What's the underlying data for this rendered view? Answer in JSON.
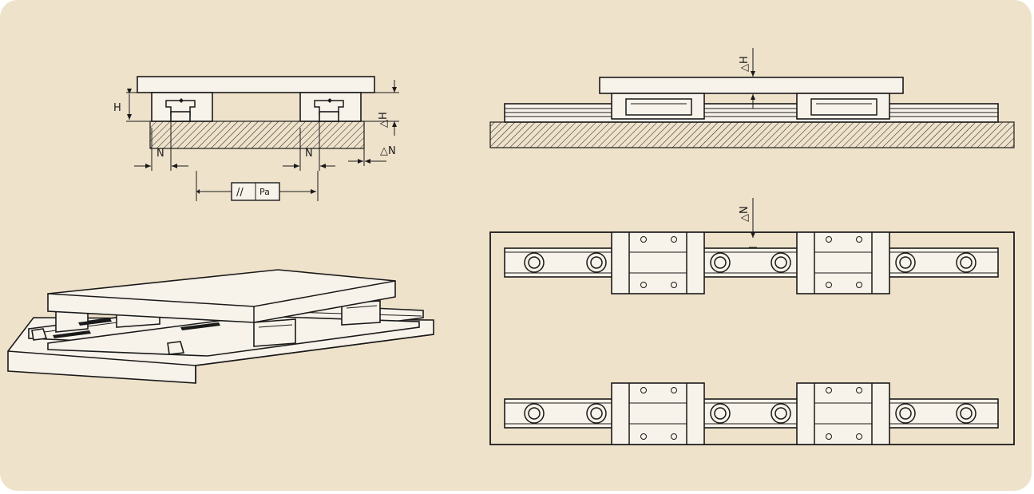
{
  "labels": {
    "h": "H",
    "delta_h": "△H",
    "n": "N",
    "delta_n": "△N",
    "parallel_symbol": "//",
    "pa": "Pa"
  },
  "colors": {
    "background": "#efe2cb",
    "line": "#1a1a1a",
    "part_fill": "#f8f3ea"
  }
}
